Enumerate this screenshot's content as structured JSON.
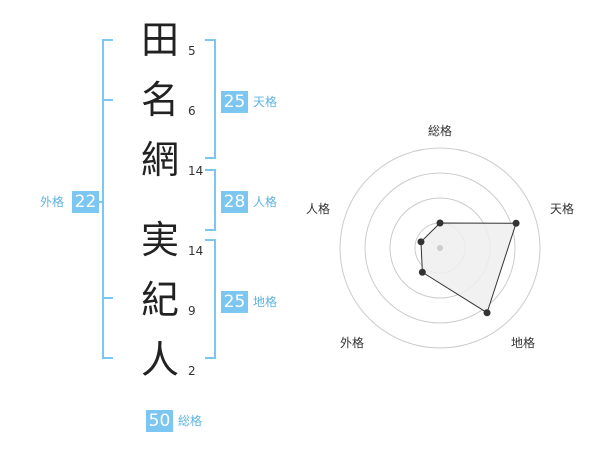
{
  "name": {
    "chars": [
      {
        "char": "田",
        "strokes": "5"
      },
      {
        "char": "名",
        "strokes": "6"
      },
      {
        "char": "網",
        "strokes": "14"
      },
      {
        "char": "実",
        "strokes": "14"
      },
      {
        "char": "紀",
        "strokes": "9"
      },
      {
        "char": "人",
        "strokes": "2"
      }
    ]
  },
  "fortune": {
    "tenkaku": {
      "value": "25",
      "label": "天格"
    },
    "jinkaku": {
      "value": "28",
      "label": "人格"
    },
    "chikaku": {
      "value": "25",
      "label": "地格"
    },
    "gaikaku": {
      "value": "22",
      "label": "外格"
    },
    "soukaku": {
      "value": "50",
      "label": "総格"
    }
  },
  "radar": {
    "axes": [
      "総格",
      "天格",
      "地格",
      "外格",
      "人格"
    ],
    "levels": 4,
    "values": [
      0.25,
      0.8,
      0.8,
      0.3,
      0.2
    ],
    "fill_color": "#eeeeee",
    "stroke_color": "#333333",
    "ring_color": "#cccccc",
    "bracket_color": "#7cc6f2"
  }
}
